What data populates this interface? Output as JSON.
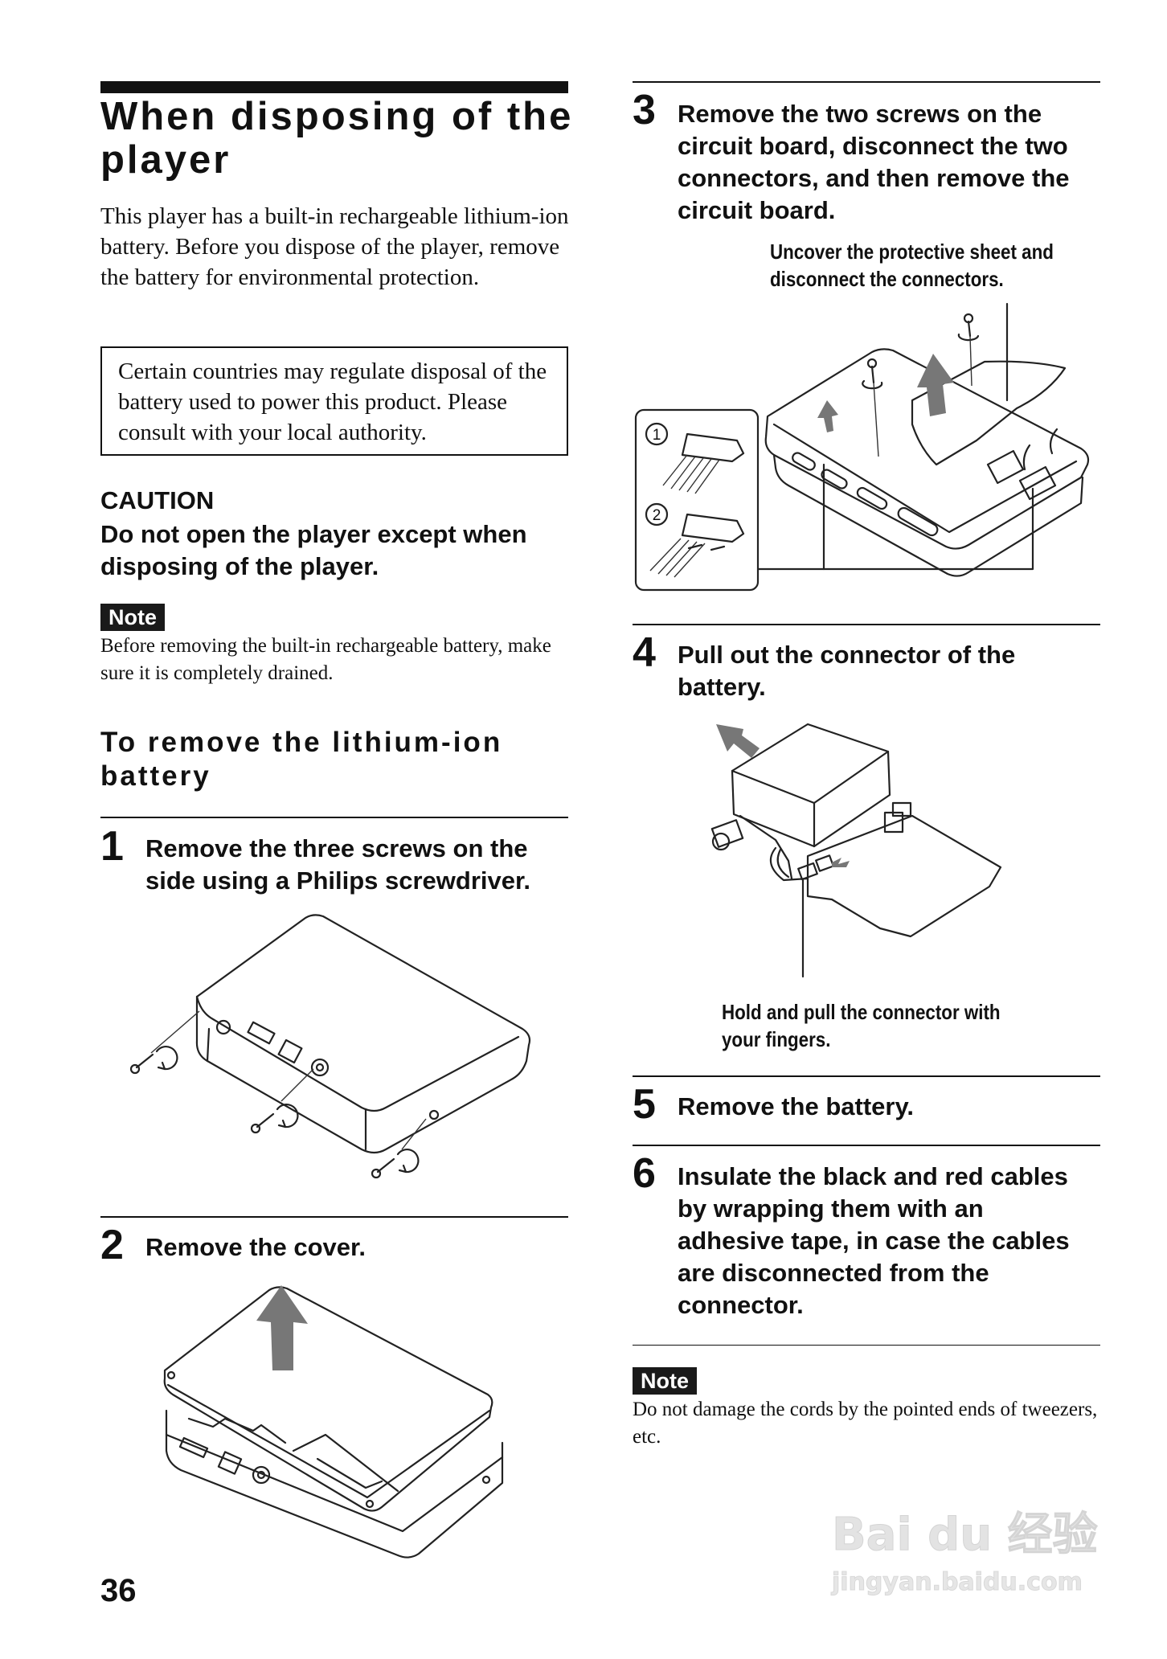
{
  "section": {
    "title": "When disposing of the player",
    "intro": "This player has a built-in rechargeable lithium-ion battery. Before you dispose of the player, remove the battery for environmental protection.",
    "boxed_notice": "Certain countries may regulate disposal of the battery used to power this product. Please consult with your local authority.",
    "caution_heading": "CAUTION",
    "caution_text": "Do not open the player except when disposing of the player.",
    "note1_label": "Note",
    "note1_text": "Before removing the built-in rechargeable battery, make sure it is completely drained.",
    "subheading": "To remove the lithium-ion battery"
  },
  "steps": [
    {
      "number": "1",
      "text": "Remove the three screws on the side using a Philips screwdriver."
    },
    {
      "number": "2",
      "text": "Remove the cover."
    },
    {
      "number": "3",
      "text": "Remove the two screws on the circuit board, disconnect the two connectors, and then remove the circuit board."
    },
    {
      "number": "4",
      "text": "Pull out the connector of the battery."
    },
    {
      "number": "5",
      "text": "Remove the battery."
    },
    {
      "number": "6",
      "text": "Insulate the black and red cables by wrapping them with an adhesive tape, in case the cables are disconnected from the connector."
    }
  ],
  "callouts": {
    "step3": "Uncover the protective sheet and disconnect the connectors.",
    "step3_inset_1": "1",
    "step3_inset_2": "2",
    "step4": "Hold and pull the connector with your fingers."
  },
  "note2": {
    "label": "Note",
    "text": "Do not damage the cords by the pointed ends of tweezers, etc."
  },
  "footer": {
    "page_number": "36"
  },
  "watermark": {
    "brand": "Bai du 经验",
    "url": "jingyan.baidu.com"
  }
}
